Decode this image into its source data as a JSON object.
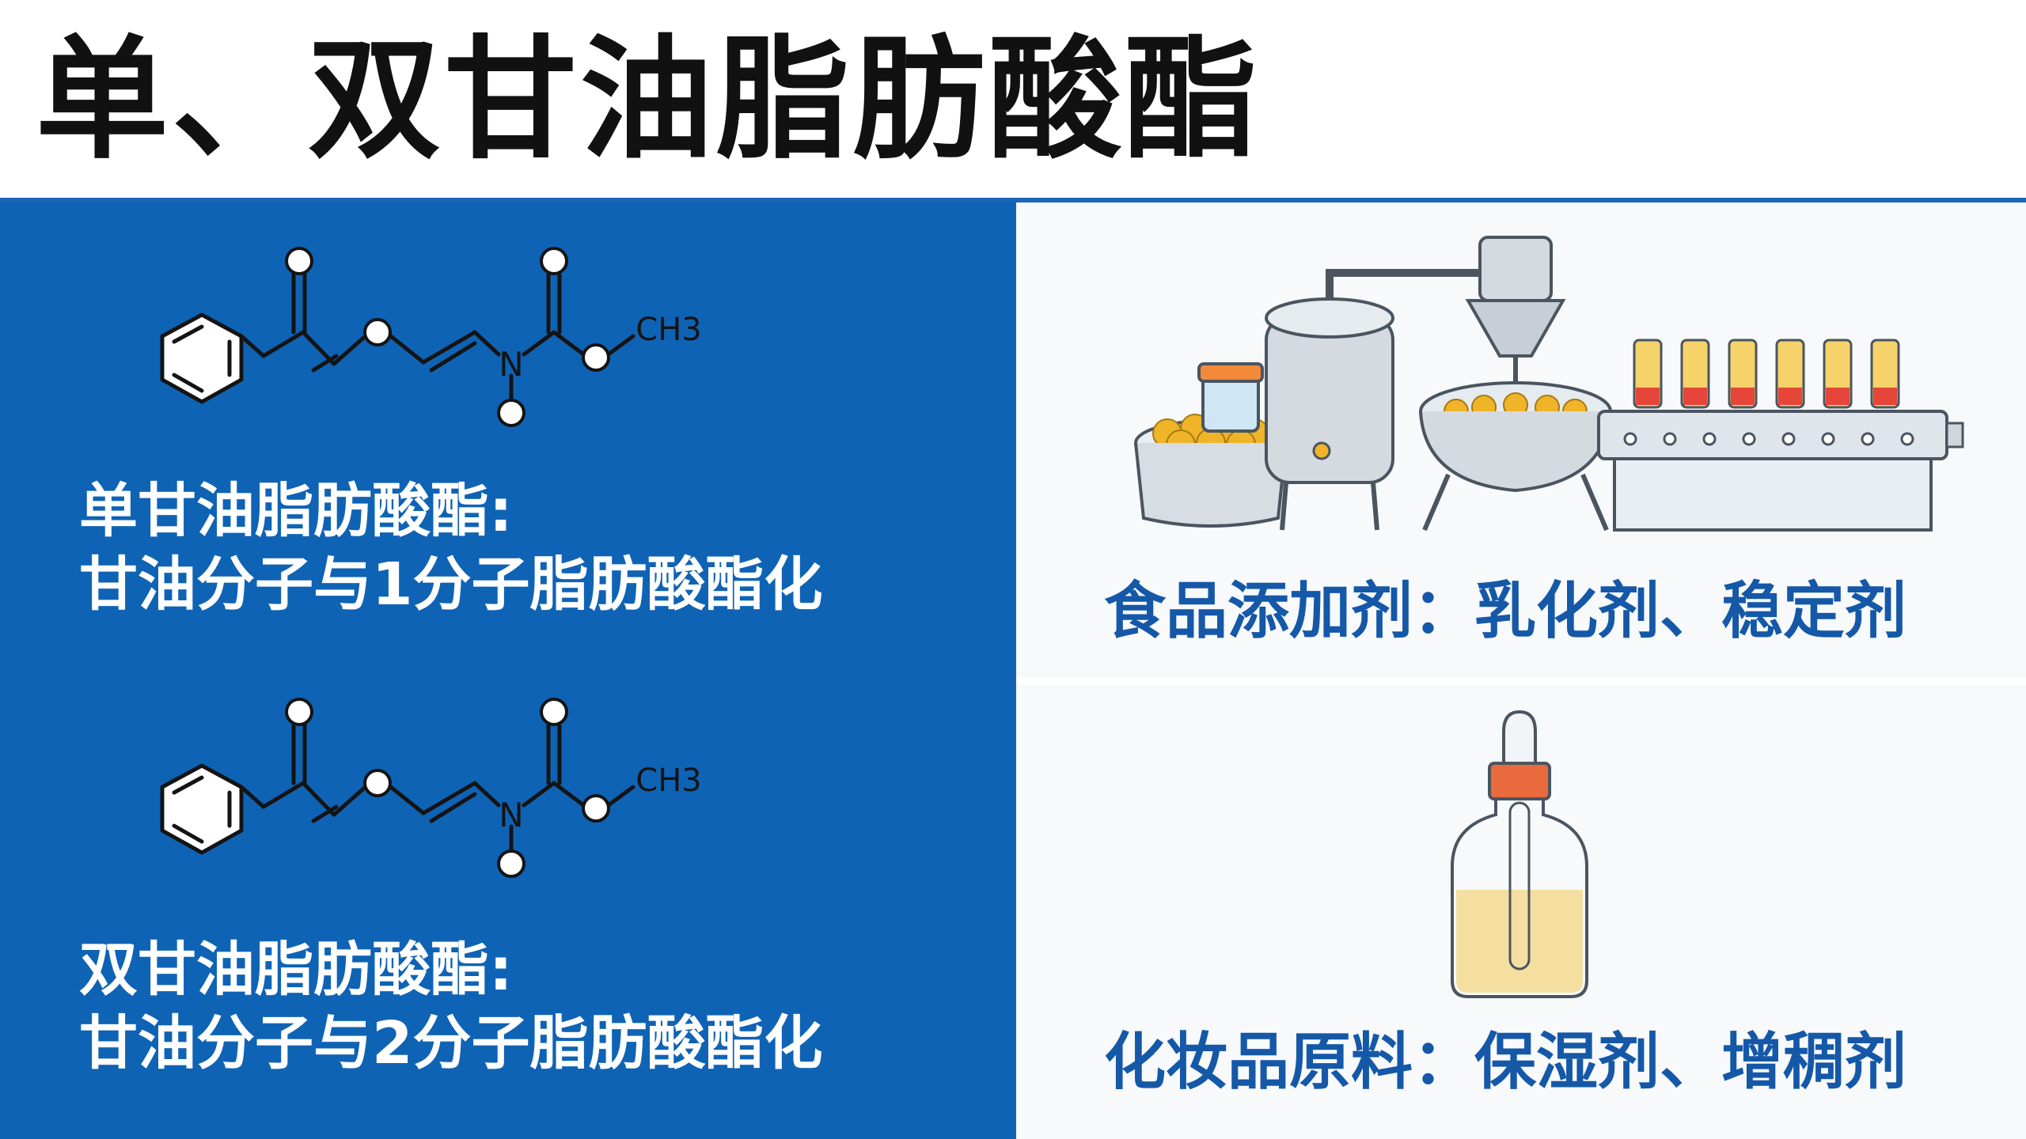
{
  "header": {
    "title": "单、双甘油脂肪酸酯"
  },
  "left_panel": {
    "molecule_label": "CH3",
    "mono": {
      "line1": "单甘油脂肪酸酯:",
      "line2": "甘油分子与1分子脂肪酸酯化"
    },
    "di": {
      "line1": "双甘油脂肪酸酯:",
      "line2": "甘油分子与2分子脂肪酸酯化"
    }
  },
  "right_panel": {
    "food": {
      "caption": "食品添加剂：乳化剂、稳定剂"
    },
    "cosmetic": {
      "caption": "化妆品原料：保湿剂、增稠剂"
    }
  },
  "colors": {
    "left_background": "#0f63b5",
    "accent_blue": "#1d66b8",
    "caption_blue": "#1558a8",
    "title_black": "#111111"
  }
}
